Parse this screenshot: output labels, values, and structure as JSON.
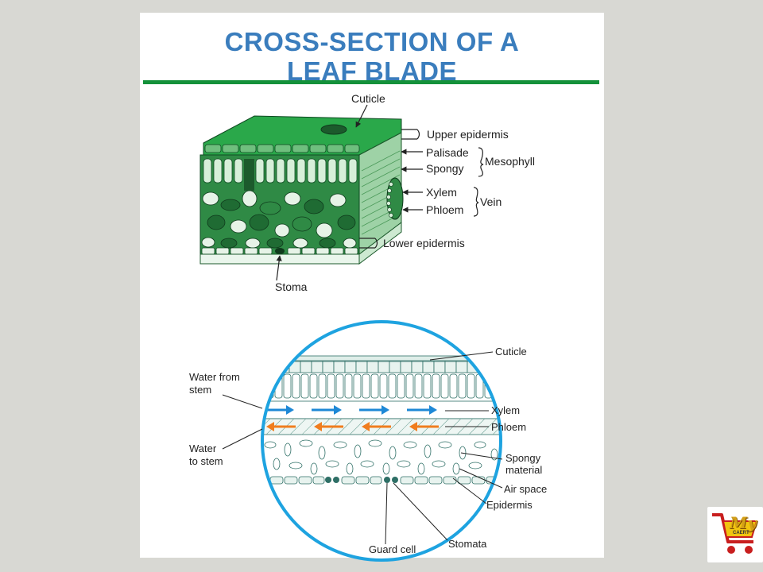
{
  "title_line1": "CROSS-SECTION OF A",
  "title_line2": "LEAF BLADE",
  "top_diagram": {
    "cuticle": "Cuticle",
    "upper_epidermis": "Upper epidermis",
    "palisade": "Palisade",
    "spongy": "Spongy",
    "mesophyll": "Mesophyll",
    "xylem": "Xylem",
    "phloem": "Phloem",
    "vein": "Vein",
    "lower_epidermis": "Lower epidermis",
    "stoma": "Stoma"
  },
  "bottom_diagram": {
    "cuticle": "Cuticle",
    "water_from_stem_1": "Water from",
    "water_from_stem_2": "stem",
    "xylem": "Xylem",
    "phloem": "Phloem",
    "water_to_stem_1": "Water",
    "water_to_stem_2": "to stem",
    "spongy_1": "Spongy",
    "spongy_2": "material",
    "air_space": "Air space",
    "epidermis": "Epidermis",
    "guard_cell": "Guard cell",
    "stomata": "Stomata"
  },
  "logo": {
    "mark": "My",
    "sub": "CAERT"
  },
  "colors": {
    "title": "#3a7dbd",
    "rule": "#14913a",
    "leaf_dark": "#1f6b33",
    "leaf_light": "#7fc28e",
    "circle_border": "#1ea3e0",
    "xylem_arrow": "#1e88d6",
    "phloem_arrow": "#f07d1e"
  }
}
